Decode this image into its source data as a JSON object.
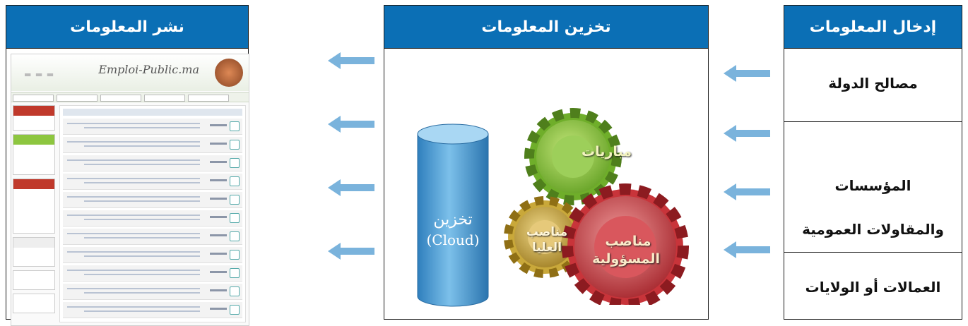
{
  "panels": {
    "input": {
      "title": "إدخال المعلومات",
      "items": [
        "مصالح الدولة",
        "المؤسسات",
        "والمقاولات العمومية",
        "العمالات أو الولايات"
      ]
    },
    "storage": {
      "title": "تخزين المعلومات",
      "cylinder_label": "تخزين",
      "cylinder_sub": "(Cloud)",
      "gears": [
        "مباريات",
        "مناصب العليا",
        "مناصب المسؤولية"
      ]
    },
    "publish": {
      "title": "نشر المعلومات",
      "site_logo": "Emploi-Public.ma"
    }
  },
  "colors": {
    "header": "#0b6fb5",
    "arrow": "#7ab3dc",
    "gear_green": "#8dc63f",
    "gear_gold": "#c9a83a",
    "gear_red": "#c8343a",
    "cylinder": "#3f95d1"
  }
}
